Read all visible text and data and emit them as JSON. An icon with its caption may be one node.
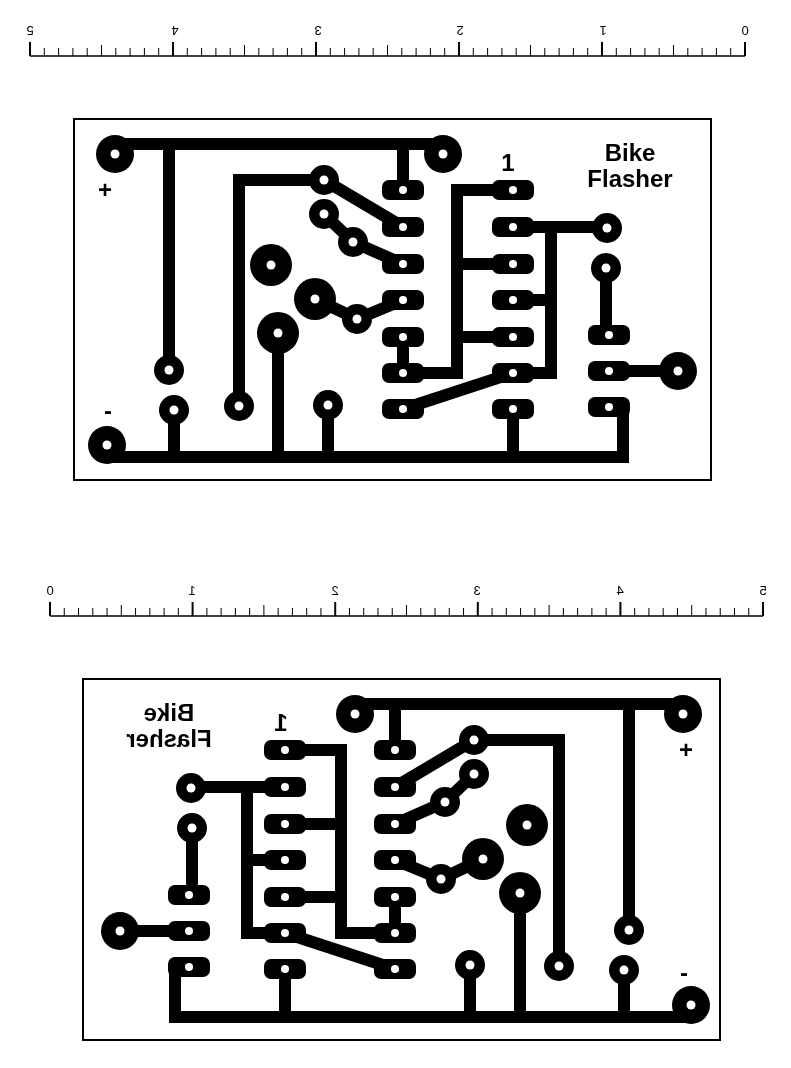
{
  "diagram": {
    "nodes": [
      {
        "text": [
          "Bike Flasher"
        ]
      },
      {
        "text": [
          "Bike Flasher"
        ]
      }
    ],
    "edges": [],
    "labels": [
      "5",
      "4",
      "3",
      "2",
      "1",
      "0",
      "1",
      "+",
      "-",
      "0",
      "1",
      "2",
      "3",
      "4",
      "5",
      "1",
      "+",
      "-"
    ]
  }
}
